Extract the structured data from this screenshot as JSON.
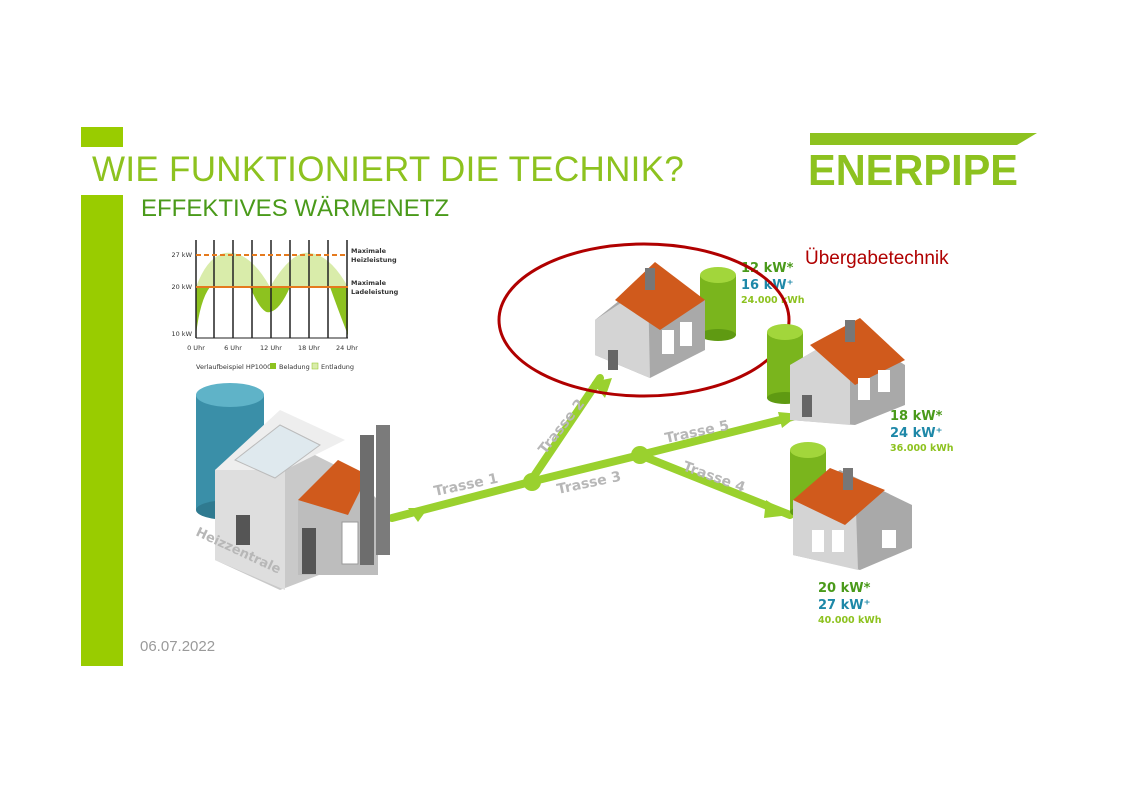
{
  "slide": {
    "title": "WIE FUNKTIONIERT DIE TECHNIK?",
    "subtitle": "EFFEKTIVES WÄRMENETZ",
    "date": "06.07.2022",
    "callout": "Übergabetechnik"
  },
  "logo": {
    "text": "ENERPIPE",
    "color": "#8dc21f"
  },
  "chart": {
    "y_ticks": [
      "27 kW",
      "20 kW",
      "10 kW"
    ],
    "x_ticks": [
      "0 Uhr",
      "6 Uhr",
      "12 Uhr",
      "18 Uhr",
      "24 Uhr"
    ],
    "line_labels": [
      {
        "line1": "Maximale",
        "line2": "Heizleistung"
      },
      {
        "line1": "Maximale",
        "line2": "Ladeleistung"
      }
    ],
    "caption": "Verlaufbeispiel HP1000",
    "legend": [
      {
        "label": "Beladung",
        "color": "#8dc21f"
      },
      {
        "label": "Entladung",
        "color": "#d9ecaa"
      }
    ]
  },
  "network": {
    "heating_plant_label": "Heizzentrale",
    "routes": [
      "Trasse 1",
      "Trasse 2",
      "Trasse 3",
      "Trasse 4",
      "Trasse 5"
    ],
    "houses": [
      {
        "kw_star": "12 kW*",
        "kw_plus": "16 kW⁺",
        "kwh": "24.000 kWh"
      },
      {
        "kw_star": "18 kW*",
        "kw_plus": "24 kW⁺",
        "kwh": "36.000 kWh"
      },
      {
        "kw_star": "20 kW*",
        "kw_plus": "27 kW⁺",
        "kwh": "40.000 kWh"
      }
    ]
  },
  "colors": {
    "accent_green": "#99cc00",
    "dark_green": "#4a9a1a",
    "pipe_green": "#9ad12e",
    "roof_orange": "#d05a1c",
    "blue_text": "#1e88a8",
    "callout_red": "#b00000"
  }
}
